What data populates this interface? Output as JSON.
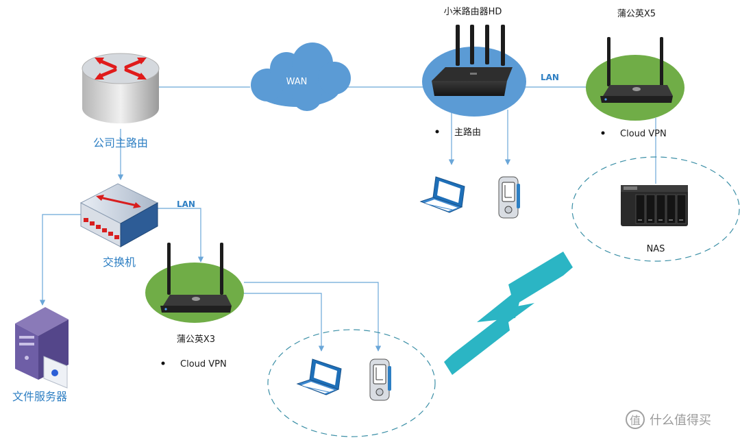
{
  "labels": {
    "company_router": "公司主路由",
    "switch": "交换机",
    "file_server": "文件服务器",
    "wan": "WAN",
    "xiaomi_router": "小米路由器HD",
    "main_router_bullet": "主路由",
    "lan_top": "LAN",
    "lan_left": "LAN",
    "pgy_x5": "蒲公英X5",
    "cloud_vpn_x5": "Cloud VPN",
    "nas": "NAS",
    "pgy_x3": "蒲公英X3",
    "cloud_vpn_x3": "Cloud VPN",
    "watermark": "什么值得买"
  },
  "colors": {
    "connector": "#6aa6d8",
    "cloud": "#5b9bd5",
    "router_ellipse": "#5b9bd5",
    "pgy_ellipse": "#70ad47",
    "vpn_arrow": "#2bb5c4",
    "label_blue": "#2e7fc3"
  }
}
